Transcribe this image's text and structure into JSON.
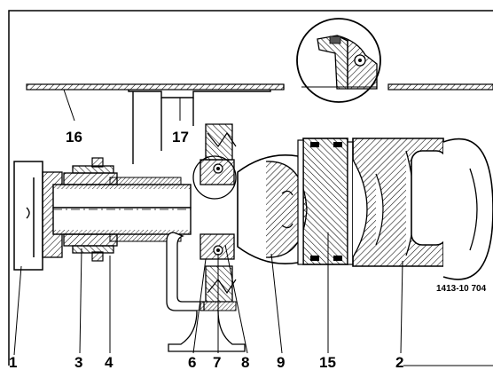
{
  "figure": {
    "reference_code": "1413-10 704",
    "part_labels": {
      "p1": "1",
      "p2": "2",
      "p3": "3",
      "p4": "4",
      "p6": "6",
      "p7": "7",
      "p8": "8",
      "p9": "9",
      "p15": "15",
      "p16": "16",
      "p17": "17"
    }
  }
}
